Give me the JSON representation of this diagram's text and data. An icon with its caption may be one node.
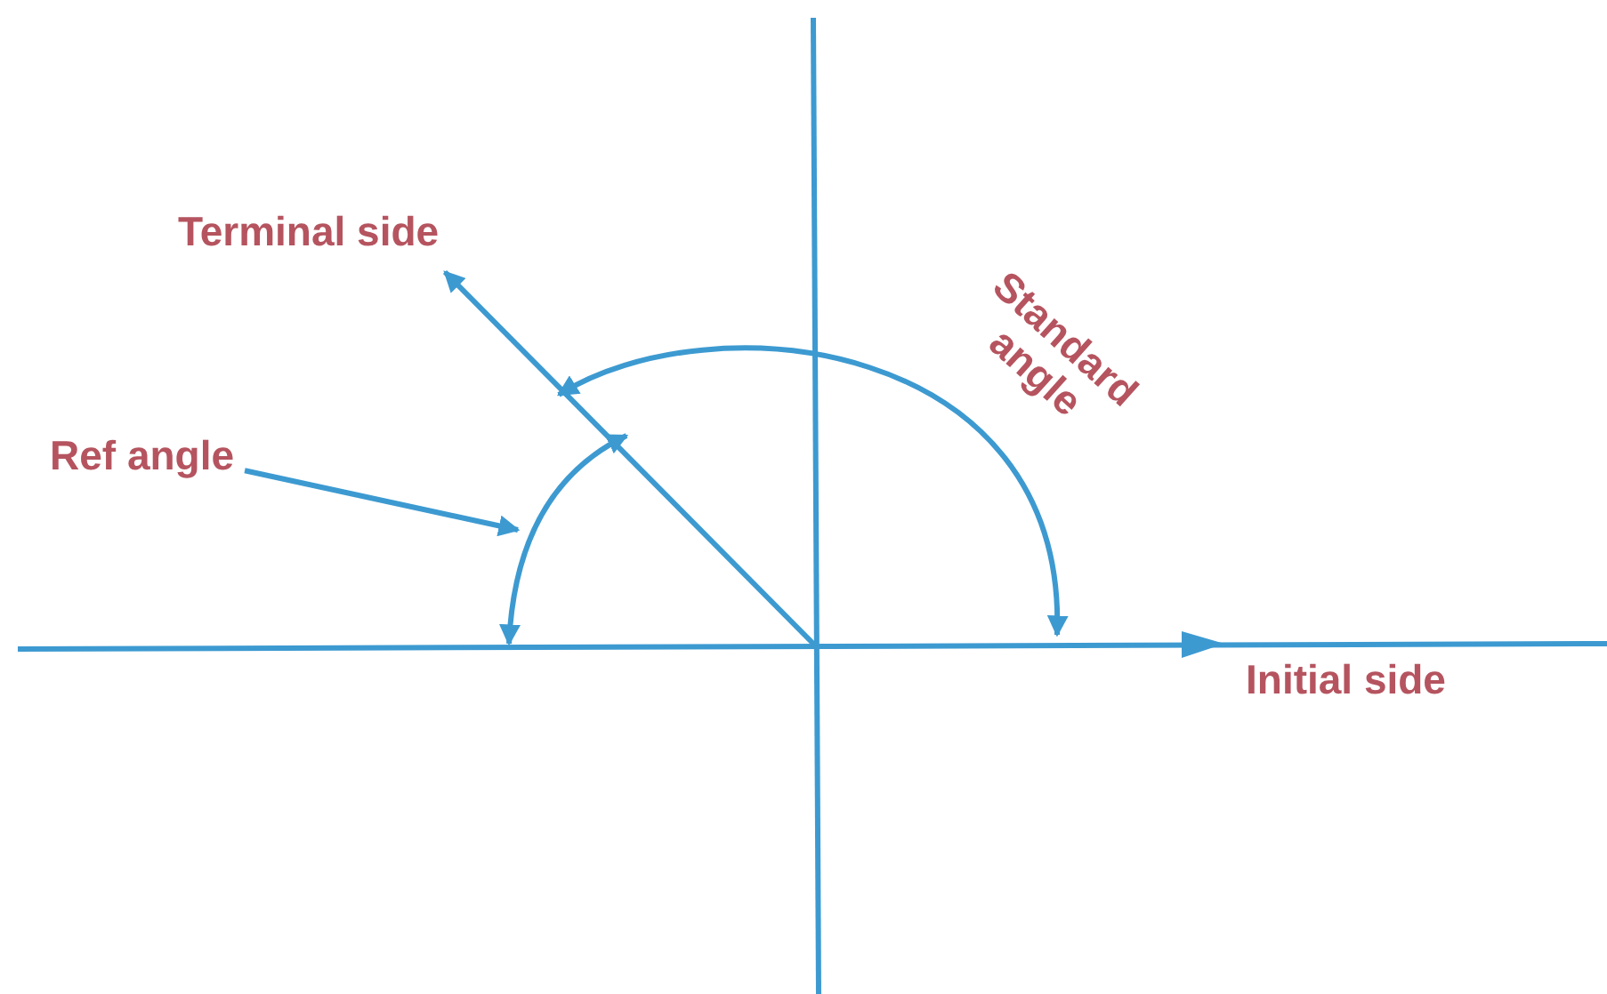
{
  "diagram": {
    "nodes": [
      {
        "text": [
          "Ref angle"
        ]
      },
      {
        "text": [],
        "shape": "arc"
      }
    ],
    "edges": [
      {
        "from": 0,
        "to": 1,
        "arrow": "to"
      }
    ],
    "labels": [
      "Terminal side",
      "Standard angle",
      "Initial side"
    ]
  }
}
